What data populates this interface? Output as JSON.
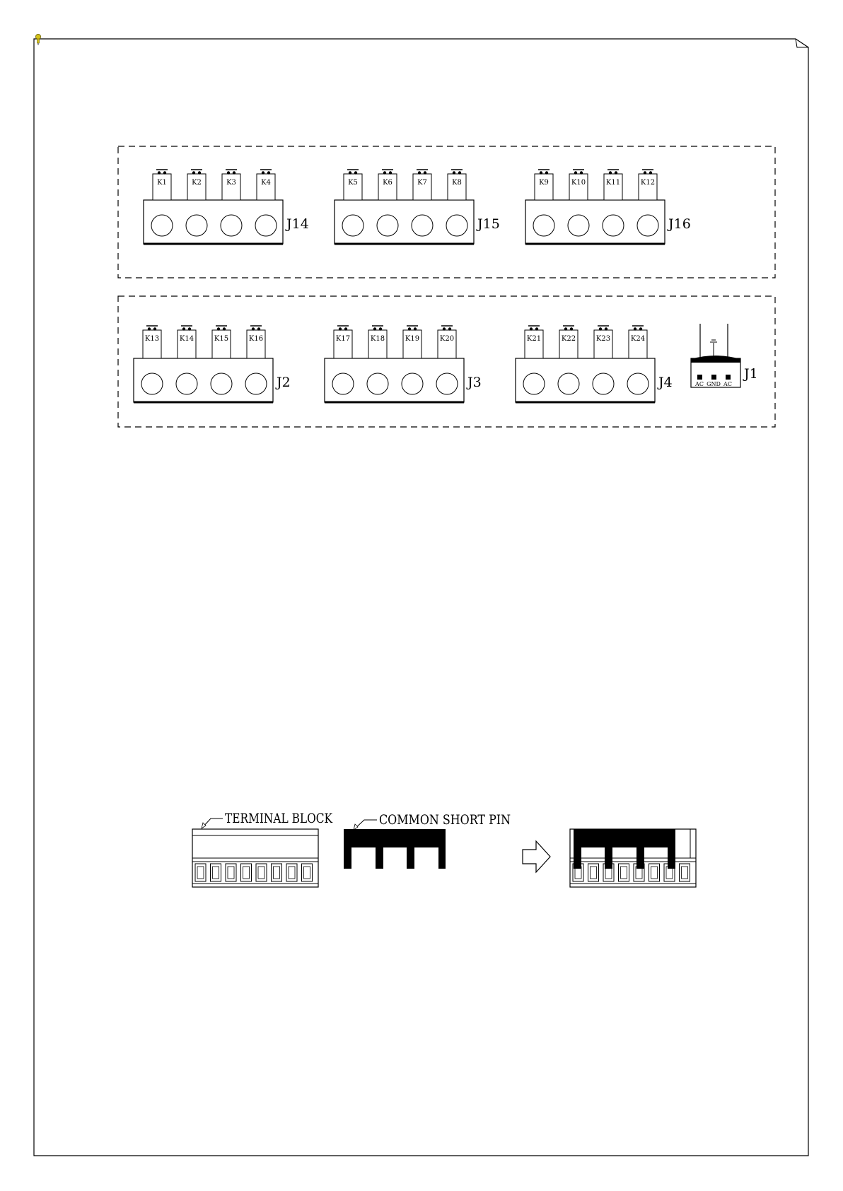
{
  "colors": {
    "ink": "#000000",
    "paper": "#ffffff",
    "pin_icon": "#d4c21a"
  },
  "panels": [
    {
      "connectors": [
        {
          "label": "J14",
          "relays": [
            "K1",
            "K2",
            "K3",
            "K4"
          ]
        },
        {
          "label": "J15",
          "relays": [
            "K5",
            "K6",
            "K7",
            "K8"
          ]
        },
        {
          "label": "J16",
          "relays": [
            "K9",
            "K10",
            "K11",
            "K12"
          ]
        }
      ]
    },
    {
      "connectors": [
        {
          "label": "J2",
          "relays": [
            "K13",
            "K14",
            "K15",
            "K16"
          ]
        },
        {
          "label": "J3",
          "relays": [
            "K17",
            "K18",
            "K19",
            "K20"
          ]
        },
        {
          "label": "J4",
          "relays": [
            "K21",
            "K22",
            "K23",
            "K24"
          ]
        }
      ]
    }
  ],
  "power_connector": {
    "label": "J1",
    "pins": [
      "AC",
      "GND",
      "AC"
    ]
  },
  "bottom_figure": {
    "terminal_block_label": "TERMINAL BLOCK",
    "short_pin_label": "COMMON SHORT PIN"
  },
  "icons": [
    "pushpin-icon",
    "folded-corner-icon",
    "ground-symbol-icon",
    "arrow-right-icon"
  ]
}
